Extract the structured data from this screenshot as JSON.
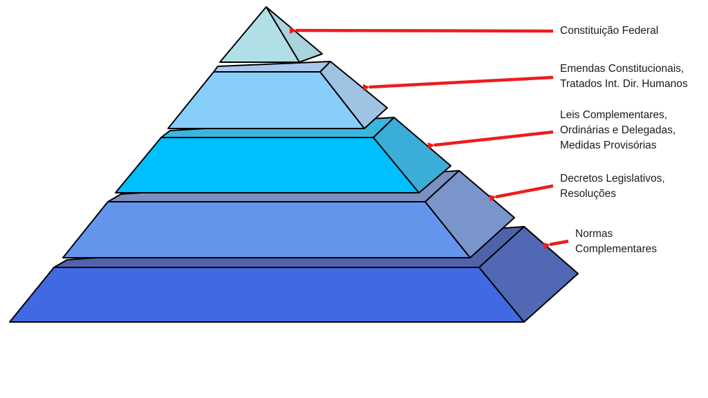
{
  "colors": {
    "outline": "#000000",
    "arrow": "#ee1c1c",
    "tier1_front": "#b0e0e6",
    "tier1_side": "#a9d3dd",
    "tier2_top": "#a8c8ee",
    "tier2_front": "#87cefa",
    "tier2_side": "#9fc3e3",
    "tier3_top": "#3ab6de",
    "tier3_front": "#00bfff",
    "tier3_side": "#3aadd9",
    "tier4_top": "#7b90c0",
    "tier4_front": "#6495ed",
    "tier4_side": "#7a94cc",
    "tier5_top": "#4f63ad",
    "tier5_front": "#4169e1",
    "tier5_side": "#5168b4"
  },
  "labels": [
    {
      "lines": [
        "Constituição Federal"
      ]
    },
    {
      "lines": [
        "Emendas Constitucionais,",
        "Tratados Int. Dir. Humanos"
      ]
    },
    {
      "lines": [
        "Leis Complementares,",
        "Ordinárias e Delegadas,",
        "Medidas Provisórias"
      ]
    },
    {
      "lines": [
        "Decretos Legislativos,",
        "Resoluções"
      ]
    },
    {
      "lines": [
        "Normas",
        "Complementares"
      ]
    }
  ]
}
